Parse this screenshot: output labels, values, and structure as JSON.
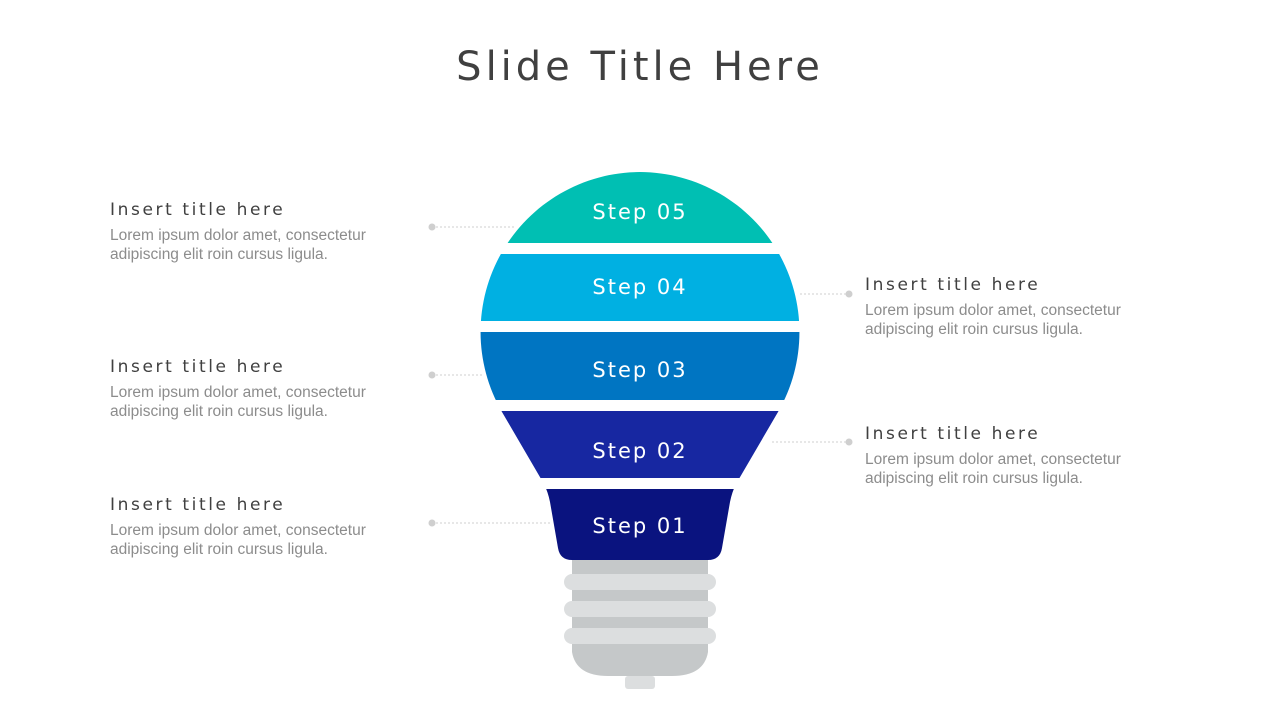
{
  "slide": {
    "title": "Slide Title Here"
  },
  "steps": [
    {
      "label": "Step 05",
      "color": "#00BFB3"
    },
    {
      "label": "Step 04",
      "color": "#00B0E2"
    },
    {
      "label": "Step 03",
      "color": "#0075C2"
    },
    {
      "label": "Step 02",
      "color": "#1727A1"
    },
    {
      "label": "Step 01",
      "color": "#0A137F"
    }
  ],
  "callouts": [
    {
      "title": "Insert title here",
      "line1": "Lorem ipsum dolor amet, consectetur",
      "line2": "adipiscing elit roin cursus ligula."
    },
    {
      "title": "Insert title here",
      "line1": "Lorem ipsum dolor amet, consectetur",
      "line2": "adipiscing elit roin cursus ligula."
    },
    {
      "title": "Insert title here",
      "line1": "Lorem ipsum dolor amet, consectetur",
      "line2": "adipiscing elit roin cursus ligula."
    },
    {
      "title": "Insert title here",
      "line1": "Lorem ipsum dolor amet, consectetur",
      "line2": "adipiscing elit roin cursus ligula."
    },
    {
      "title": "Insert title here",
      "line1": "Lorem ipsum dolor amet, consectetur",
      "line2": "adipiscing elit roin cursus ligula."
    }
  ],
  "base": {
    "color_light": "#DCDEDF",
    "color_dark": "#C5C8C9"
  }
}
